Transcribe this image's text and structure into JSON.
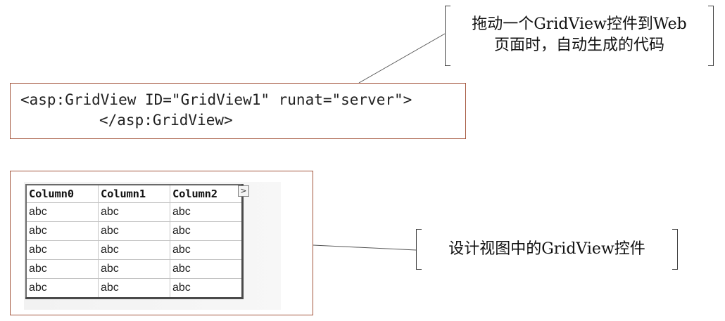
{
  "callouts": {
    "code_note_line1": "拖动一个GridView控件到Web",
    "code_note_line2": "页面时，自动生成的代码",
    "design_note": "设计视图中的GridView控件"
  },
  "code": {
    "line1": "<asp:GridView ID=\"GridView1\" runat=\"server\">",
    "line2": "</asp:GridView>"
  },
  "grid": {
    "headers": [
      "Column0",
      "Column1",
      "Column2"
    ],
    "rows": [
      [
        "abc",
        "abc",
        "abc"
      ],
      [
        "abc",
        "abc",
        "abc"
      ],
      [
        "abc",
        "abc",
        "abc"
      ],
      [
        "abc",
        "abc",
        "abc"
      ],
      [
        "abc",
        "abc",
        "abc"
      ]
    ],
    "expand_glyph": ">"
  },
  "colors": {
    "box_border": "#a3553c",
    "connector": "#444444"
  }
}
